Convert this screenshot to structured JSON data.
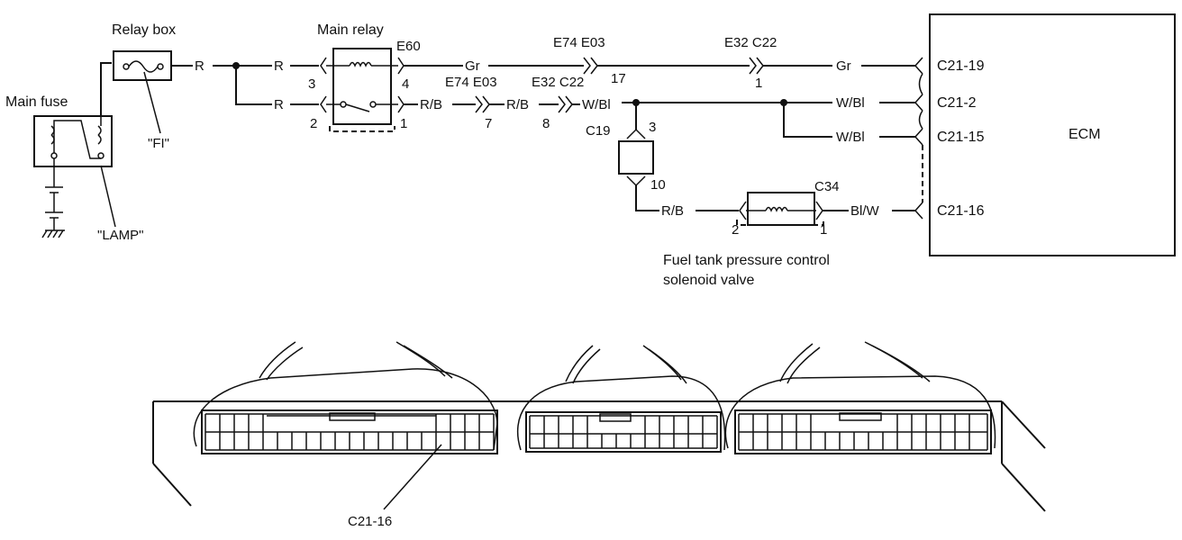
{
  "components": {
    "main_fuse": "Main fuse",
    "relay_box": "Relay box",
    "main_relay": "Main relay",
    "ecm": "ECM",
    "solenoid_line1": "Fuel tank pressure control",
    "solenoid_line2": "solenoid valve"
  },
  "fuse_labels": {
    "fi": "\"FI\"",
    "lamp": "\"LAMP\""
  },
  "connectors": {
    "e60": "E60",
    "e74_e03_top": "E74 E03",
    "e32_c22_top": "E32 C22",
    "e74_e03_mid": "E74 E03",
    "e32_c22_mid": "E32 C22",
    "c19": "C19",
    "c34": "C34",
    "ecm_pin_19": "C21-19",
    "ecm_pin_2": "C21-2",
    "ecm_pin_15": "C21-15",
    "ecm_pin_16": "C21-16",
    "callout": "C21-16"
  },
  "pins": {
    "relay_3": "3",
    "relay_2": "2",
    "relay_4": "4",
    "relay_1": "1",
    "p17": "17",
    "p1": "1",
    "p7": "7",
    "p8": "8",
    "c19_3": "3",
    "c19_10": "10",
    "c34_2": "2",
    "c34_1": "1"
  },
  "wires": {
    "r1": "R",
    "r2": "R",
    "r3": "R",
    "gr1": "Gr",
    "gr2": "Gr",
    "rb1": "R/B",
    "rb2": "R/B",
    "rb3": "R/B",
    "wbl1": "W/Bl",
    "wbl2": "W/Bl",
    "wbl3": "W/Bl",
    "blw": "Bl/W"
  }
}
